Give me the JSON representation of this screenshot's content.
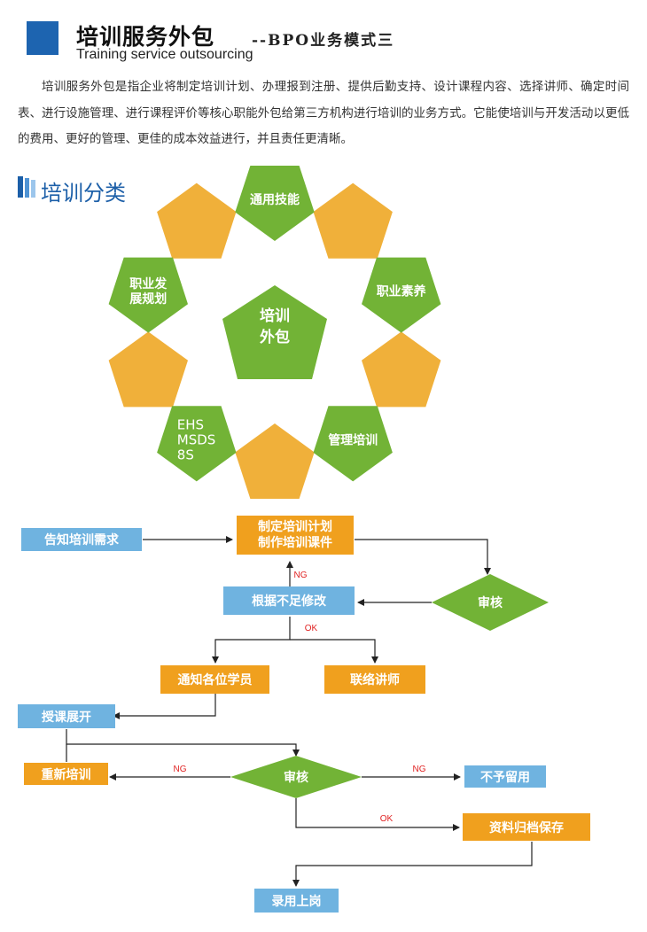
{
  "header": {
    "title": "培训服务外包",
    "subtitle": "--BPO业务模式三",
    "english": "Training service outsourcing"
  },
  "intro": "培训服务外包是指企业将制定培训计划、办理报到注册、提供后勤支持、设计课程内容、选择讲师、确定时间表、进行设施管理、进行课程评价等核心职能外包给第三方机构进行培训的业务方式。它能使培训与开发活动以更低的费用、更好的管理、更佳的成本效益进行，并且责任更清晰。",
  "section": {
    "title": "培训分类"
  },
  "wheel": {
    "center": [
      "培训",
      "外包"
    ],
    "items": [
      {
        "lines": [
          "通用技能"
        ]
      },
      {
        "lines": [
          "职业素养"
        ]
      },
      {
        "lines": [
          "管理培训"
        ]
      },
      {
        "lines": [
          "EHS",
          "MSDS",
          "8S"
        ]
      },
      {
        "lines": [
          "职业发",
          "展规划"
        ]
      }
    ],
    "colors": {
      "green": "#72b336",
      "orange": "#f0b03a"
    }
  },
  "flow": {
    "notify_need": "告知培训需求",
    "plan": [
      "制定培训计划",
      "制作培训课件"
    ],
    "review1": "审核",
    "revise": "根据不足修改",
    "notify_students": "通知各位学员",
    "contact_lecturer": "联络讲师",
    "teach": "授课展开",
    "retrain": "重新培训",
    "review2": "审核",
    "reject": "不予留用",
    "archive": "资料归档保存",
    "hire": "录用上岗",
    "labels": {
      "ng": "NG",
      "ok": "OK"
    },
    "colors": {
      "blue": "#6fb3e0",
      "orange": "#f0a01e",
      "green": "#72b336"
    }
  }
}
